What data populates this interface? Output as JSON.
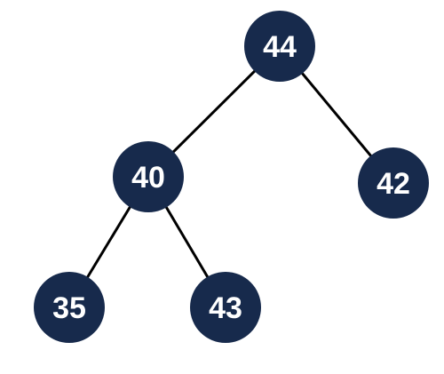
{
  "colors": {
    "node_fill": "#172a4c",
    "node_text": "#ffffff",
    "edge": "#000000",
    "background": "#ffffff"
  },
  "tree": {
    "nodes": [
      {
        "id": "n44",
        "value": "44"
      },
      {
        "id": "n40",
        "value": "40"
      },
      {
        "id": "n42",
        "value": "42"
      },
      {
        "id": "n35",
        "value": "35"
      },
      {
        "id": "n43",
        "value": "43"
      }
    ],
    "edges": [
      {
        "from": "n44",
        "to": "n40"
      },
      {
        "from": "n44",
        "to": "n42"
      },
      {
        "from": "n40",
        "to": "n35"
      },
      {
        "from": "n40",
        "to": "n43"
      }
    ]
  }
}
